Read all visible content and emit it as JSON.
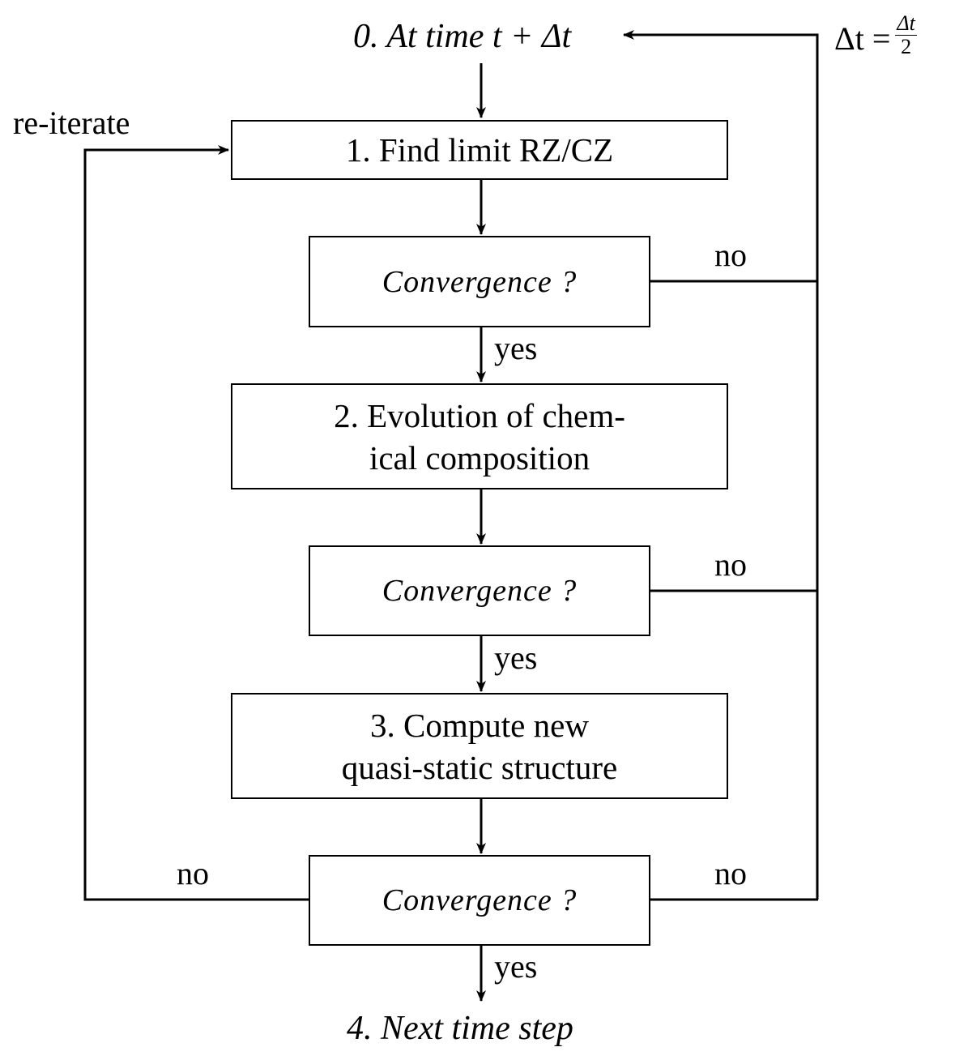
{
  "diagram": {
    "start": {
      "label": "0. At time t + Δt"
    },
    "timestep_update": {
      "lhs": "Δt =",
      "numerator": "Δt",
      "denominator": "2"
    },
    "reiterate_label": "re-iterate",
    "steps": [
      {
        "id": "step1",
        "label": "1. Find limit RZ/CZ"
      },
      {
        "id": "conv1",
        "label": "Convergence ?"
      },
      {
        "id": "step2",
        "line1": "2. Evolution of chem-",
        "line2": "ical composition"
      },
      {
        "id": "conv2",
        "label": "Convergence ?"
      },
      {
        "id": "step3",
        "line1": "3. Compute new",
        "line2": "quasi-static structure"
      },
      {
        "id": "conv3",
        "label": "Convergence ?"
      }
    ],
    "edge_labels": {
      "yes": "yes",
      "no": "no"
    },
    "end": {
      "label": "4. Next time step"
    }
  }
}
